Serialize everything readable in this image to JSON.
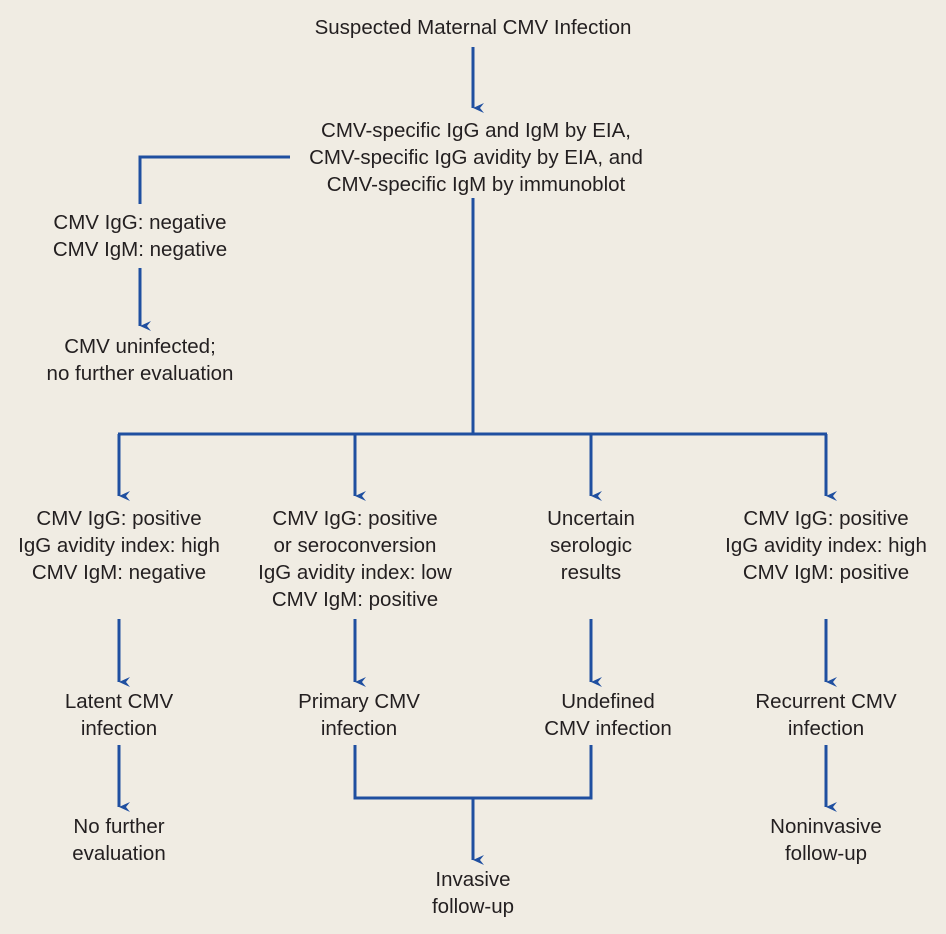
{
  "colors": {
    "background": "#f0ece3",
    "connector": "#1f4fa0",
    "text": "#231f20"
  },
  "nodes": {
    "start": {
      "lines": [
        "Suspected Maternal CMV Infection"
      ]
    },
    "tests": {
      "lines": [
        "CMV-specific IgG and IgM by EIA,",
        "CMV-specific IgG avidity by EIA, and",
        "CMV-specific IgM by immunoblot"
      ]
    },
    "neg_results": {
      "lines": [
        "CMV IgG: negative",
        "CMV IgM: negative"
      ]
    },
    "uninfected": {
      "lines": [
        "CMV uninfected;",
        "no further evaluation"
      ]
    },
    "latent_results": {
      "lines": [
        "CMV IgG: positive",
        "IgG avidity index: high",
        "CMV IgM: negative"
      ]
    },
    "primary_results": {
      "lines": [
        "CMV IgG: positive",
        "or seroconversion",
        "IgG avidity index: low",
        "CMV IgM: positive"
      ]
    },
    "uncertain_results": {
      "lines": [
        "Uncertain",
        "serologic",
        "results"
      ]
    },
    "recurrent_results": {
      "lines": [
        "CMV IgG: positive",
        "IgG avidity index: high",
        "CMV IgM: positive"
      ]
    },
    "latent_infection": {
      "lines": [
        "Latent CMV",
        "infection"
      ]
    },
    "primary_infection": {
      "lines": [
        "Primary CMV",
        "infection"
      ]
    },
    "undefined_infection": {
      "lines": [
        "Undefined",
        "CMV infection"
      ]
    },
    "recurrent_infection": {
      "lines": [
        "Recurrent CMV",
        "infection"
      ]
    },
    "no_further": {
      "lines": [
        "No further",
        "evaluation"
      ]
    },
    "invasive": {
      "lines": [
        "Invasive",
        "follow-up"
      ]
    },
    "noninvasive": {
      "lines": [
        "Noninvasive",
        "follow-up"
      ]
    }
  },
  "edges": [
    {
      "from": "start",
      "to": "tests"
    },
    {
      "from": "tests",
      "to": "neg_results"
    },
    {
      "from": "neg_results",
      "to": "uninfected"
    },
    {
      "from": "tests",
      "to": "latent_results"
    },
    {
      "from": "tests",
      "to": "primary_results"
    },
    {
      "from": "tests",
      "to": "uncertain_results"
    },
    {
      "from": "tests",
      "to": "recurrent_results"
    },
    {
      "from": "latent_results",
      "to": "latent_infection"
    },
    {
      "from": "primary_results",
      "to": "primary_infection"
    },
    {
      "from": "uncertain_results",
      "to": "undefined_infection"
    },
    {
      "from": "recurrent_results",
      "to": "recurrent_infection"
    },
    {
      "from": "latent_infection",
      "to": "no_further"
    },
    {
      "from": "primary_infection",
      "to": "invasive"
    },
    {
      "from": "undefined_infection",
      "to": "invasive"
    },
    {
      "from": "recurrent_infection",
      "to": "noninvasive"
    }
  ]
}
